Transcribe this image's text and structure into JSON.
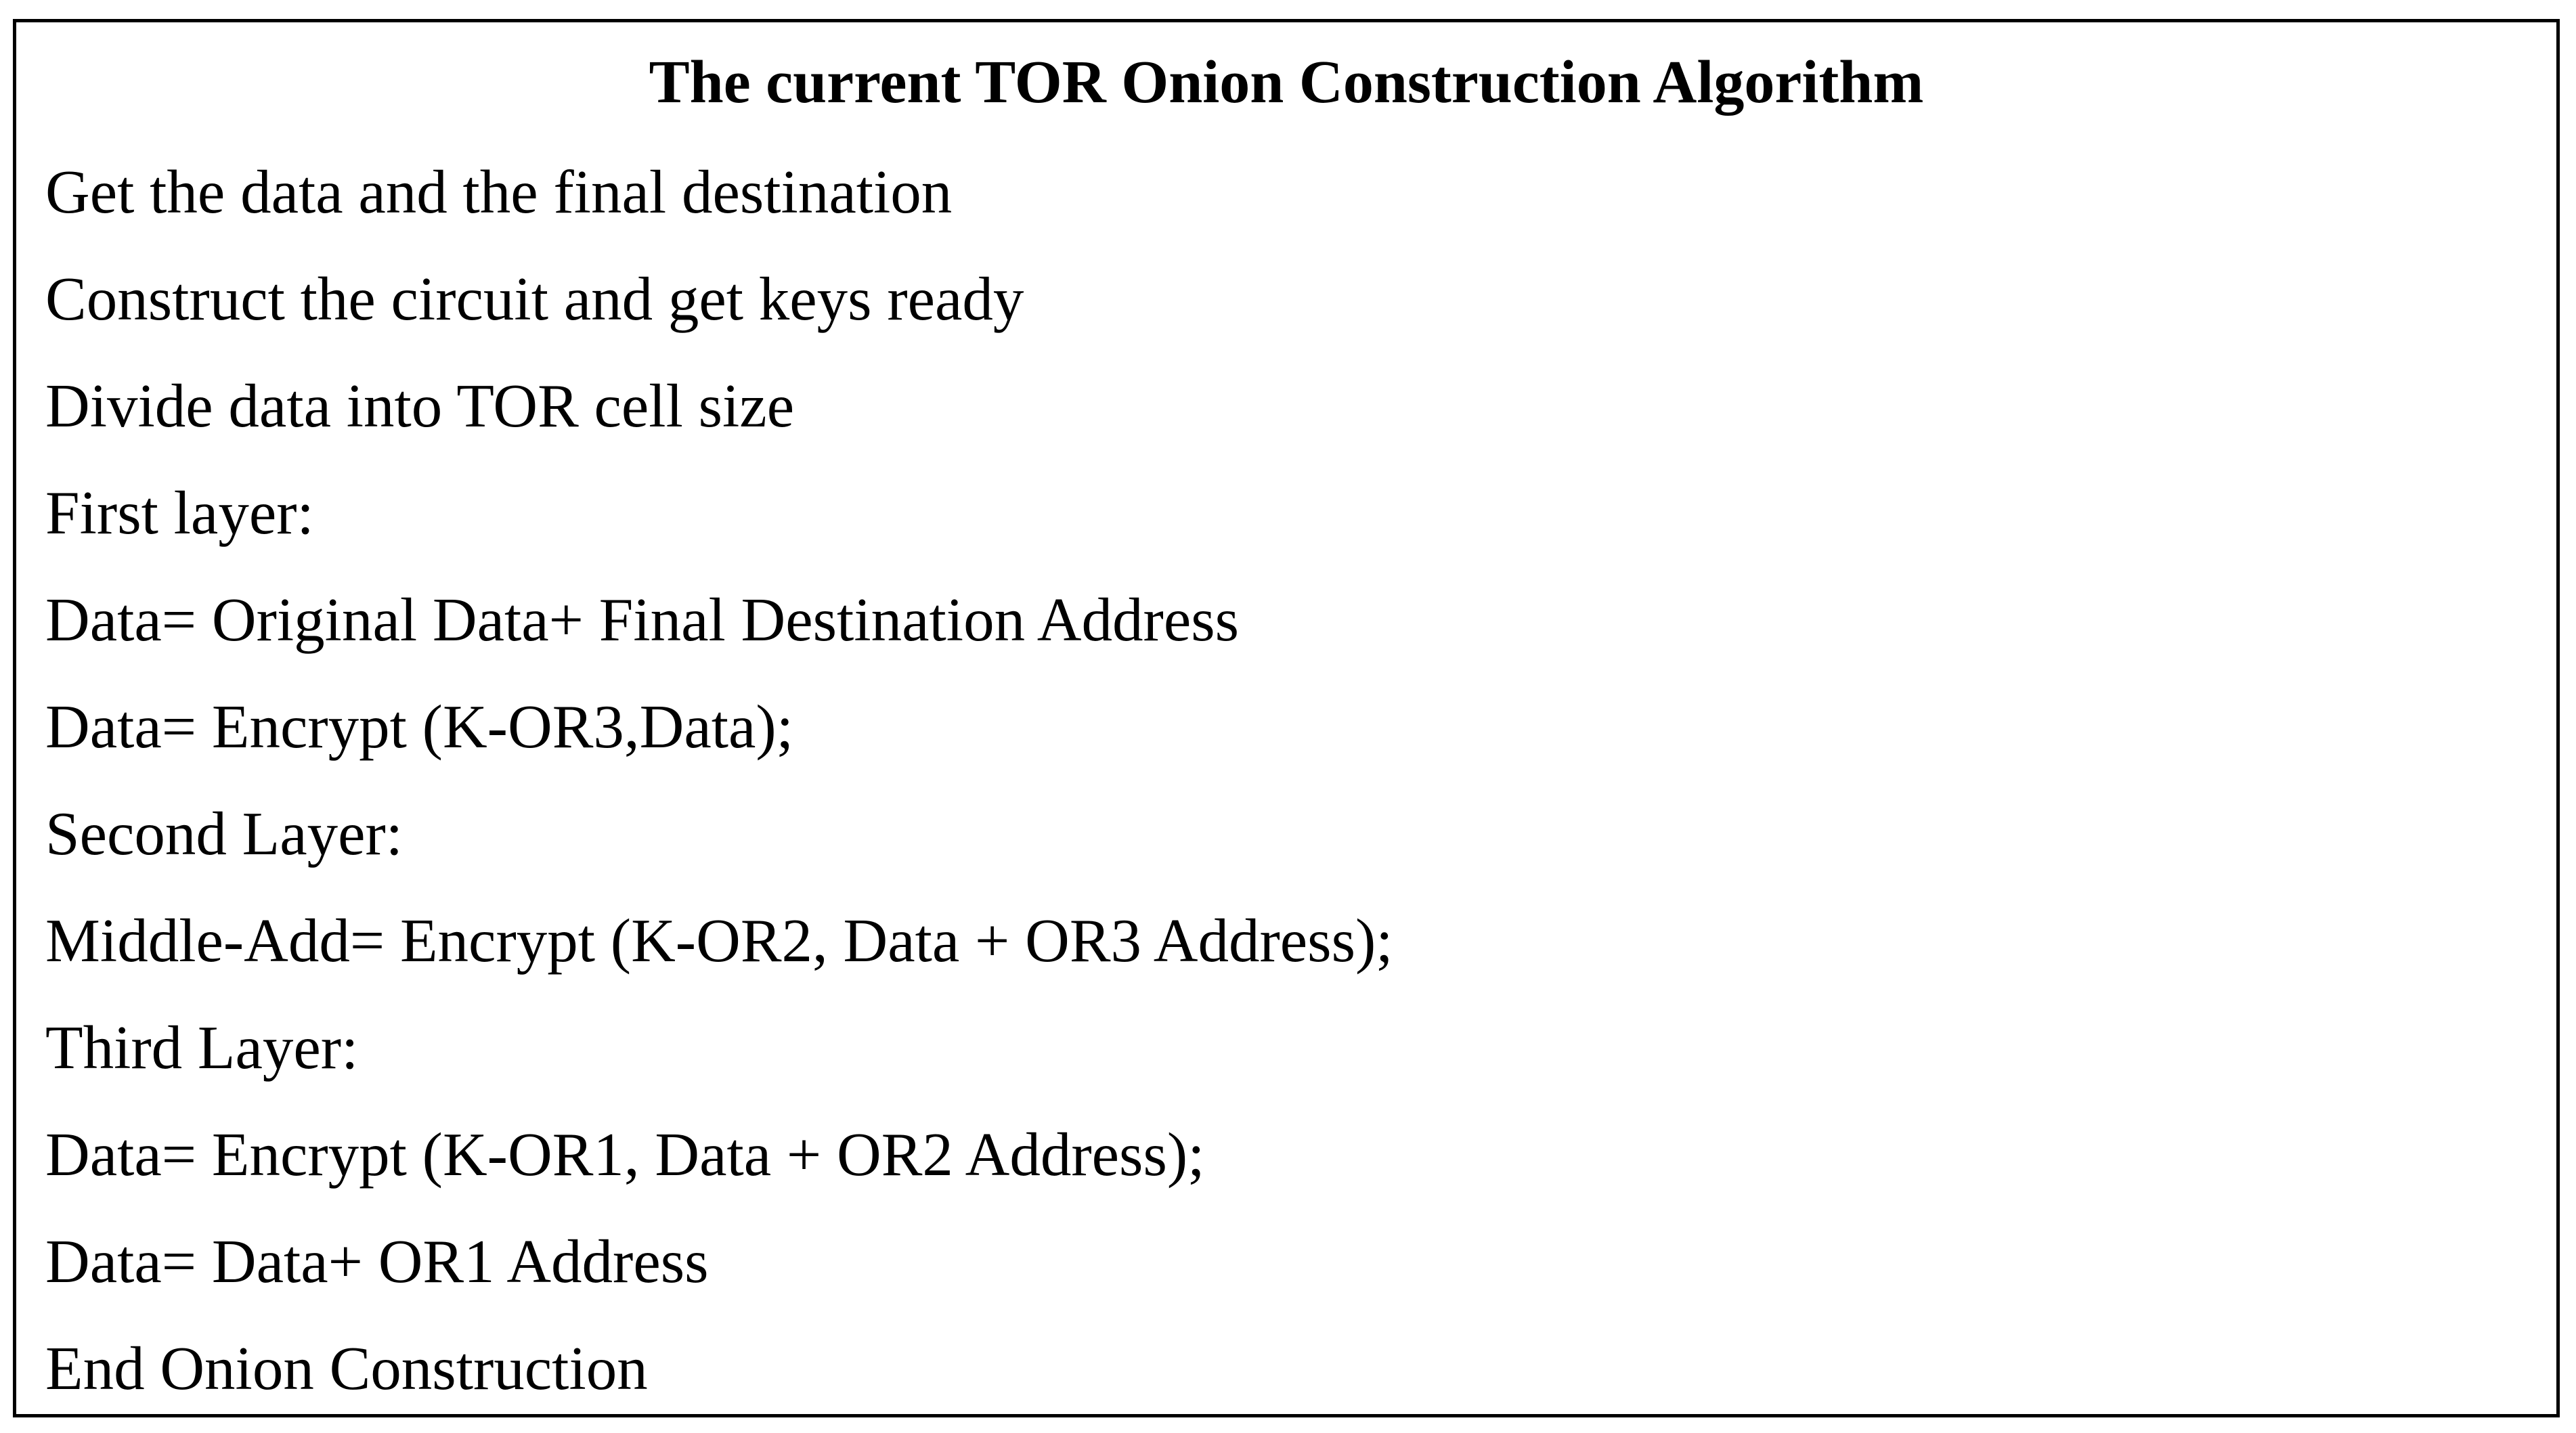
{
  "figure": {
    "title": "The current TOR Onion Construction Algorithm",
    "border_color": "#000000",
    "lines": [
      "Get the data and the final destination",
      "Construct the circuit and get keys ready",
      "Divide data into TOR cell size",
      "First layer:",
      "Data= Original Data+ Final Destination Address",
      "Data= Encrypt (K-OR3,Data);",
      "Second Layer:",
      "Middle-Add= Encrypt (K-OR2, Data + OR3 Address);",
      "Third Layer:",
      "Data= Encrypt (K-OR1, Data + OR2 Address);",
      "Data= Data+ OR1 Address",
      "End Onion Construction"
    ]
  }
}
